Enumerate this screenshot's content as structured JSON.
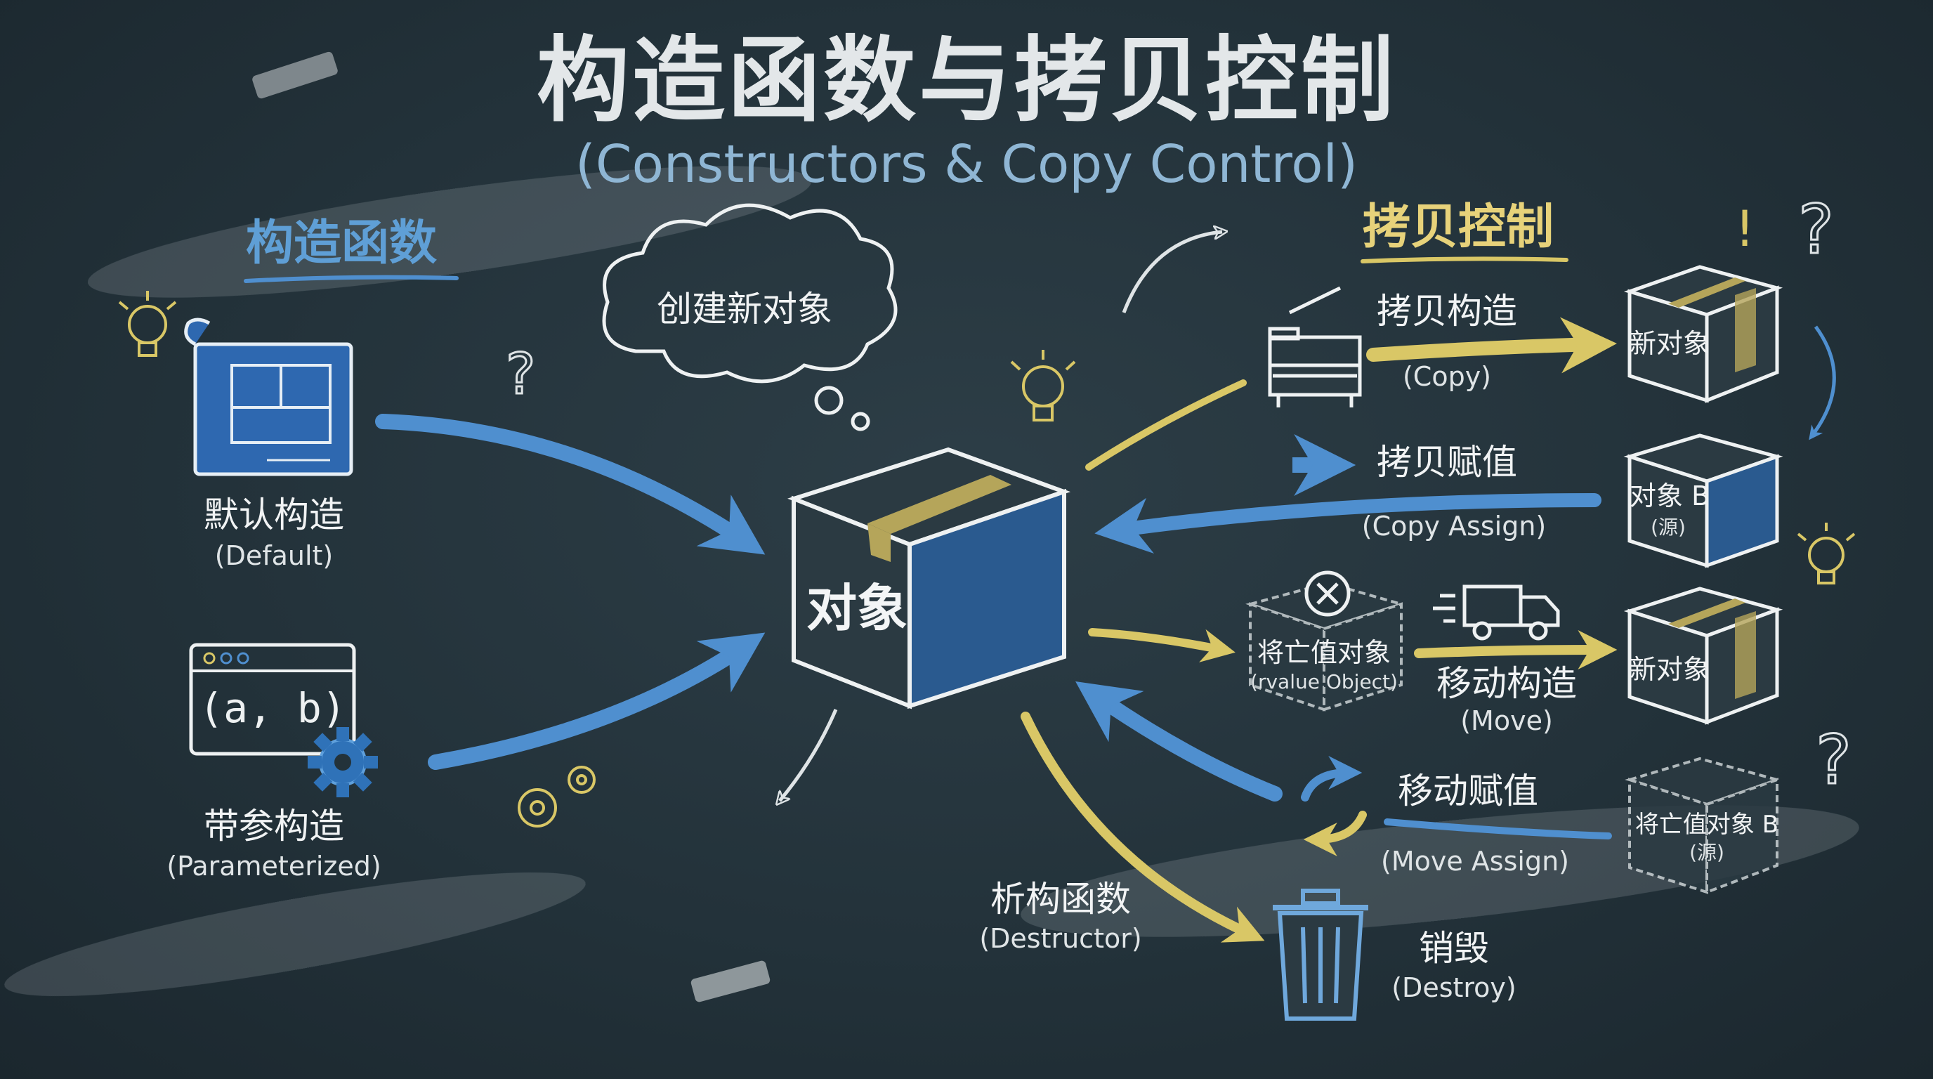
{
  "title": {
    "cn": "构造函数与拷贝控制",
    "en": "(Constructors & Copy Control)"
  },
  "sections": {
    "constructors": "构造函数",
    "copy_control": "拷贝控制"
  },
  "center": {
    "object": "对象",
    "bubble": "创建新对象"
  },
  "default_ctor": {
    "cn": "默认构造",
    "en": "(Default)"
  },
  "param_ctor": {
    "cn": "带参构造",
    "en": "(Parameterized)",
    "window_text": "(a, b)"
  },
  "copy_ctor": {
    "cn": "拷贝构造",
    "en": "(Copy)",
    "box": "新对象"
  },
  "copy_assign": {
    "cn": "拷贝赋值",
    "en": "(Copy Assign)",
    "box_line1": "对象 B",
    "box_line2": "(源)"
  },
  "rvalue": {
    "cn": "将亡值对象",
    "en": "(rvalue Object)"
  },
  "move_ctor": {
    "cn": "移动构造",
    "en": "(Move)",
    "box": "新对象"
  },
  "move_assign": {
    "cn": "移动赋值",
    "en": "(Move Assign)",
    "box_line1": "将亡值对象 B",
    "box_line2": "(源)"
  },
  "destructor": {
    "cn": "析构函数",
    "en": "(Destructor)"
  },
  "destroy": {
    "cn": "销毁",
    "en": "(Destroy)"
  },
  "icons": [
    "lightbulb-icon",
    "question-mark-icon",
    "exclamation-icon",
    "blueprint-icon",
    "window-icon",
    "gear-icon",
    "copier-icon",
    "truck-icon",
    "trash-can-icon",
    "box-icon",
    "cloud-bubble-icon",
    "cancel-icon",
    "swap-arrows-icon",
    "chalk-eraser-icon"
  ],
  "colors": {
    "board": "#23323a",
    "chalk_white": "#eef1f2",
    "chalk_blue": "#4f8fcf",
    "chalk_yellow": "#d9c766",
    "tape": "#b5a55a"
  }
}
